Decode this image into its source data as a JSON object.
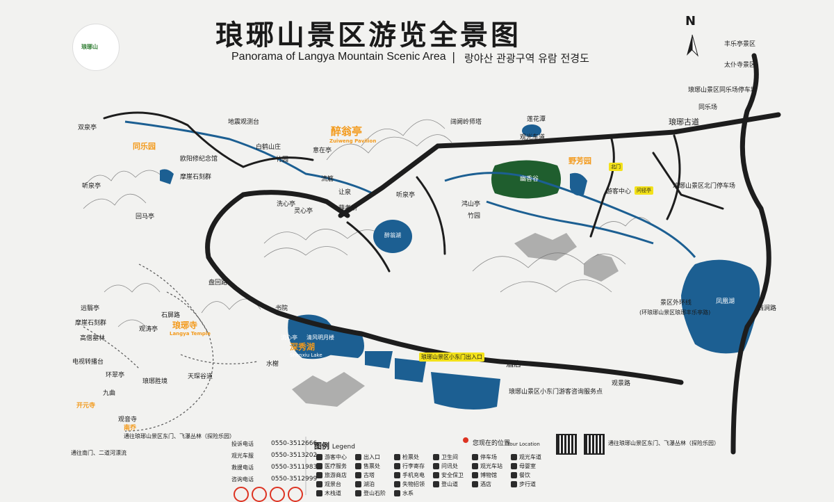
{
  "header": {
    "title_cn": "琅琊山景区游览全景图",
    "title_en": "Panorama of Langya Mountain Scenic Area",
    "separator": "|",
    "title_ko": "랑야산 관광구역 유람 전경도",
    "logo_text": "琅琊山",
    "north": "N"
  },
  "places": {
    "fengle_spot": "丰乐亭景区",
    "taishou_temple": "太仆寺景区",
    "tongle_parking": "琅琊山景区同乐场停车场",
    "tongle_ground": "同乐场",
    "langya_road": "琅琊古道",
    "shuanghuan": "双泉亭",
    "tongle_yard": "同乐园",
    "ouyang": "欧阳修纪念馆",
    "moya_group": "摩崖石刻群",
    "tingquan": "听泉亭",
    "huima": "回马亭",
    "baihe": "白鹤山庄",
    "dizhen": "地震观测台",
    "zuiweng_ting": "醉翁亭",
    "zuiweng_en": "Zuiweng Pavilion",
    "yirang": "意在亭",
    "zhuyuan": "竹园",
    "liuzhu": "流觞",
    "rangquan": "让泉",
    "xuelao": "薛老桥",
    "zuiweng_lake": "醉翁湖",
    "tingquan2": "听泉亭",
    "kuailing": "阔阙岭师塔",
    "lianhua": "莲花潭",
    "guanguang_road": "观光车道",
    "youxiang": "幽香谷",
    "yeyun": "野芳园",
    "langya_north": "琅琊山景区北门停车场",
    "north_gate": "北门",
    "tourist_center": "游客中心",
    "wenjing": "问径亭",
    "hongshan": "鸿山亭",
    "zhuyuan2": "竹园",
    "xixin": "洗心亭",
    "lingquan": "灵心亭",
    "panlu": "盘回路",
    "shuyuan": "书院",
    "shilin": "石屏路",
    "guanxiang": "观涛亭",
    "yuanyi": "远翳亭",
    "moya2": "摩崖石刻群",
    "gaoyuan": "高僧墓林",
    "dianshi": "电视转播台",
    "huanshan": "环翠亭",
    "yiyuan": "琅琊胜境",
    "langya_temple": "琅琊寺",
    "langya_temple_en": "Langya Temple",
    "tianfu": "天琛谷道",
    "shenxiu": "深秀湖",
    "shenxiu_en": "Shenxiu Lake",
    "liuxin": "流心亭",
    "qingfeng": "清风明月楼",
    "shuixie": "水榭",
    "south_gate_label": "琅琊山景区小东门出入口",
    "hotel": "酒店",
    "east_center": "琅琊山景区小东门游客咨询服务点",
    "fenghuang": "凤凰湖",
    "outer_ring": "景区外环线",
    "outer_ring_sub": "(环琅琊山景区琅琊丰乐亭路)",
    "guanjing_road": "观景路",
    "xijian_road": "西涧路",
    "kaiyuan": "开元寺",
    "nanmen": "通往南门、二道河漂流",
    "nanmen2": "通往琅琊山景区东门、飞瀑丛林（探险乐园）",
    "nanmen3": "通往琅琊山景区东门、飞瀑丛林（探险乐园）",
    "jiuying": "九曲",
    "guanyin": "观音寺",
    "nanqiao": "南乔"
  },
  "phones": [
    {
      "label": "投诉电话",
      "number": "0550-3512666"
    },
    {
      "label": "观光车服",
      "number": "0550-3513202"
    },
    {
      "label": "救援电话",
      "number": "0550-3511983"
    },
    {
      "label": "咨询电话",
      "number": "0550-3512999"
    }
  ],
  "legend": {
    "title": "图例",
    "title_en": "Legend",
    "location": "您现在的位置",
    "location_en": "Your Location",
    "items": [
      "游客中心",
      "出入口",
      "检票处",
      "卫生间",
      "停车场",
      "观光车道",
      "医疗服务",
      "售票处",
      "行李寄存",
      "问讯处",
      "观光车站",
      "母婴室",
      "旅游商店",
      "古塔",
      "手机充电",
      "安全保卫",
      "博物馆",
      "餐饮",
      "观景台",
      "湖泊",
      "失物招领",
      "登山道",
      "酒店",
      "步行道",
      "木栈道",
      "登山石阶",
      "水系"
    ]
  },
  "colors": {
    "water": "#1c5f92",
    "green": "#1f5e2e",
    "orange": "#f39a1c",
    "road": "#1d1d1d",
    "background": "#f2f2f0"
  }
}
